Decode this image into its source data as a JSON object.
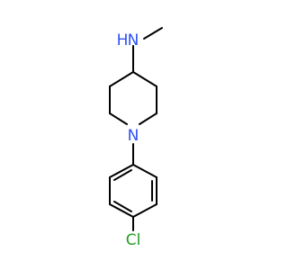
{
  "molecule": {
    "atoms": {
      "amine_n": {
        "text": "N",
        "color": "#3050F8"
      },
      "amine_h": {
        "text": "H",
        "color": "#3050F8"
      },
      "ring_n": {
        "text": "N",
        "color": "#3050F8"
      },
      "chlorine": {
        "text": "Cl",
        "color": "#1FA01F"
      }
    },
    "bond_color": "#000000"
  }
}
